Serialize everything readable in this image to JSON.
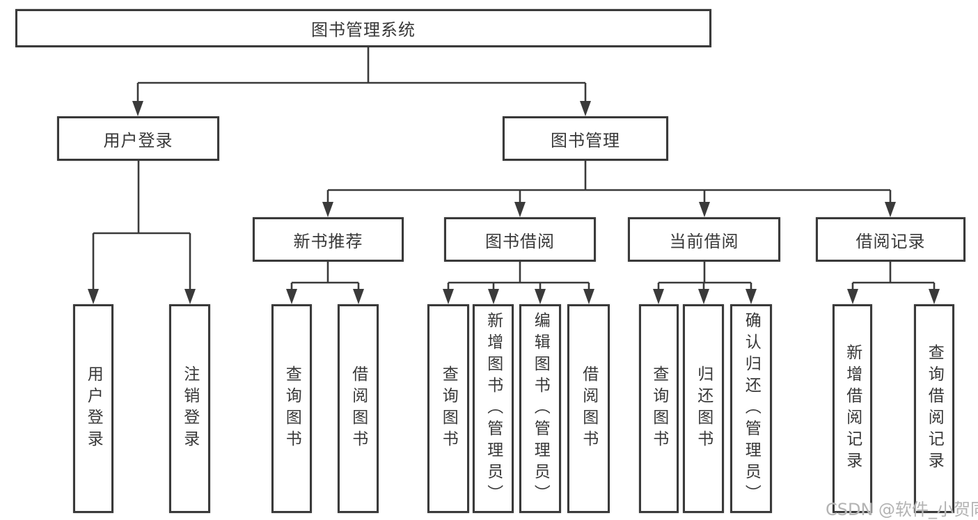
{
  "colors": {
    "line": "#3a3a3a",
    "text": "#383838",
    "watermark": "#b3b3b3",
    "background": "#ffffff"
  },
  "watermark": {
    "text": "CSDN @软件_小贺同学"
  },
  "tree": {
    "root": {
      "label": "图书管理系统",
      "children": [
        {
          "label": "用户登录",
          "children": [
            {
              "label": "用户登录"
            },
            {
              "label": "注销登录"
            }
          ]
        },
        {
          "label": "图书管理",
          "children": [
            {
              "label": "新书推荐",
              "children": [
                {
                  "label": "查询图书"
                },
                {
                  "label": "借阅图书"
                }
              ]
            },
            {
              "label": "图书借阅",
              "children": [
                {
                  "label": "查询图书"
                },
                {
                  "label": "新增图书（管理员）"
                },
                {
                  "label": "编辑图书（管理员）"
                },
                {
                  "label": "借阅图书"
                }
              ]
            },
            {
              "label": "当前借阅",
              "children": [
                {
                  "label": "查询图书"
                },
                {
                  "label": "归还图书"
                },
                {
                  "label": "确认归还（管理员）"
                }
              ]
            },
            {
              "label": "借阅记录",
              "children": [
                {
                  "label": "新增借阅记录"
                },
                {
                  "label": "查询借阅记录"
                }
              ]
            }
          ]
        }
      ]
    }
  }
}
